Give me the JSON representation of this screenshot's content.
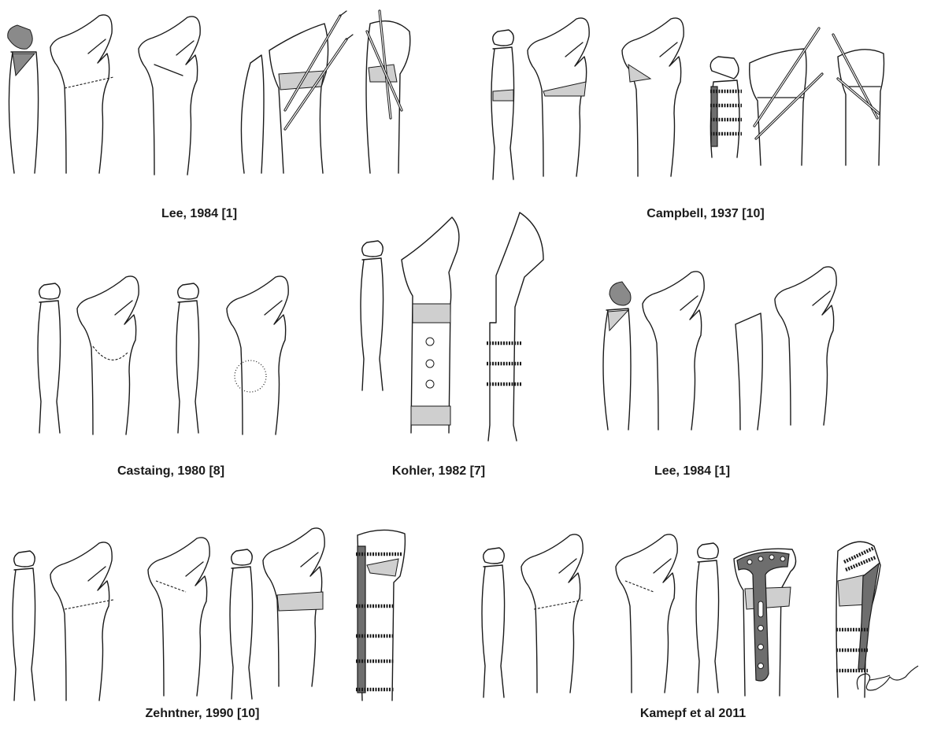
{
  "figure": {
    "panels": [
      {
        "caption": "Lee, 1984 [1]"
      },
      {
        "caption": "Campbell, 1937 [10]"
      },
      {
        "caption": "Castaing, 1980 [8]"
      },
      {
        "caption": "Kohler, 1982 [7]"
      },
      {
        "caption": "Lee, 1984 [1]"
      },
      {
        "caption": "Zehntner, 1990 [10]"
      },
      {
        "caption": "Kamepf et al 2011"
      }
    ],
    "signature": "Carlos"
  }
}
